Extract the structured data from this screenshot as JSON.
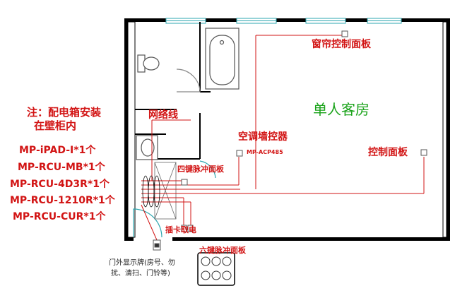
{
  "colors": {
    "wall": "#000000",
    "window": "#2ea7b0",
    "wiring": "#d21414",
    "room_label": "#1aa31a",
    "fixture": "#555555"
  },
  "notes": {
    "title_line1": "注：配电箱安装",
    "title_line2": "在壁柜内",
    "models": [
      "MP-iPAD-I*1个",
      "MP-RCU-MB*1个",
      "MP-RCU-4D3R*1个",
      "MP-RCU-1210R*1个",
      "MP-RCU-CUR*1个"
    ]
  },
  "labels": {
    "room_name": "单人客房",
    "curtain_panel": "窗帘控制面板",
    "network_cable": "网络线",
    "ac_wall_control": "空调墙控器",
    "ac_model": "MP-ACP485",
    "control_panel": "控制面板",
    "four_key_panel": "四键脉冲面板",
    "card_power": "插卡取电",
    "six_key_panel": "六键脉冲面板",
    "door_sign_line1": "门外显示牌(房号、勿",
    "door_sign_line2": "扰、清扫、门铃等)"
  },
  "icons": [
    "window-icon",
    "bathtub-icon",
    "toilet-icon",
    "sink-icon",
    "door-swing-icon",
    "junction-box-icon",
    "switch-panel-icon"
  ]
}
